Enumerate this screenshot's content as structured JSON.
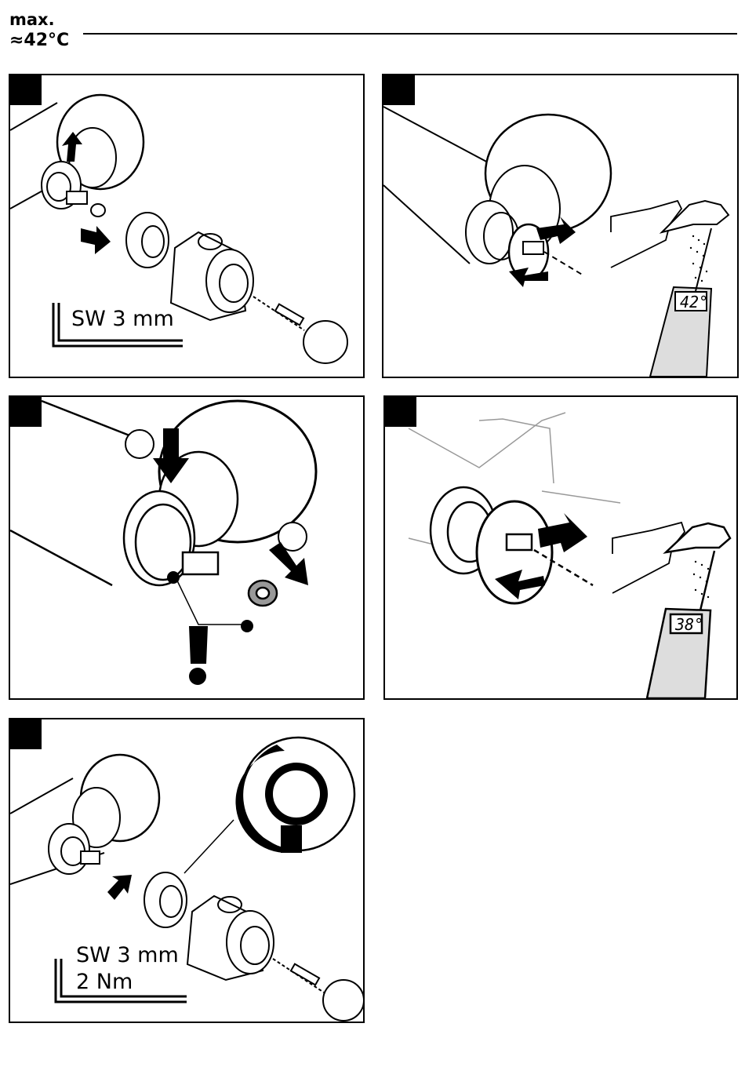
{
  "header": {
    "max_label": "max.",
    "temp_label": "≈42°C"
  },
  "panels": [
    {
      "tool_size": "SW 3 mm"
    },
    {
      "display_reading": "42°"
    },
    {},
    {
      "display_reading": "38°"
    },
    {
      "tool_size": "SW 3 mm",
      "torque": "2 Nm"
    }
  ],
  "colors": {
    "ink": "#000000",
    "paper": "#ffffff",
    "faded_line": "#999999",
    "display_bg": "#d9d9d9"
  },
  "icons": [
    "allen-key-icon",
    "arrow-icon",
    "hand-icon",
    "shower-head-icon",
    "thermometer-icon",
    "warning-exclamation-icon",
    "rotation-arrow-icon"
  ]
}
